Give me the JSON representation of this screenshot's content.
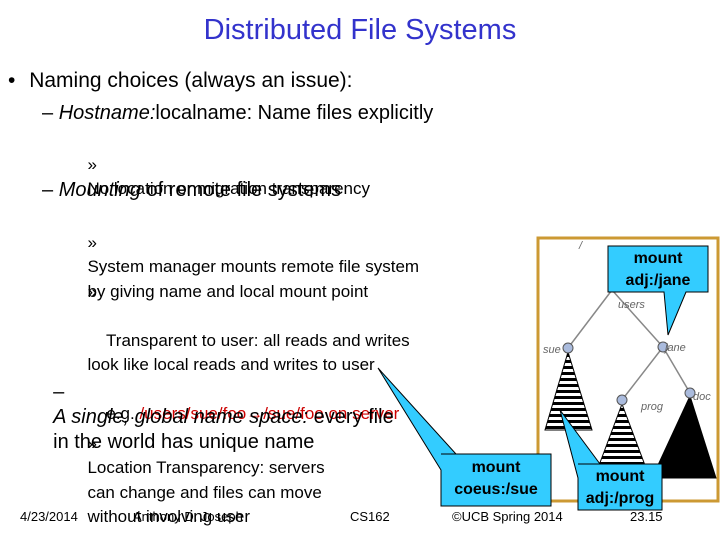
{
  "title": "Distributed File Systems",
  "bullet": {
    "marker": "•",
    "text": "Naming choices (always an issue):"
  },
  "hostname": {
    "dash": "–",
    "italic": "Hostname:",
    "rest": "localname: Name files explicitly"
  },
  "hostname_sub": {
    "marker": "»",
    "text": "No location or migration transparency"
  },
  "mounting": {
    "dash": "–",
    "italic": "Mounting",
    "rest": " of remote file systems"
  },
  "mounting_sub1": {
    "marker": "»",
    "text": "System manager mounts remote file system\nby giving name and local mount point"
  },
  "mounting_sub2": {
    "marker": "»",
    "text": "Transparent to user: all reads and writes\nlook like local reads and writes to user",
    "eg_prefix": "e.g. ",
    "eg_text": "/users/sue/foo→/sue/foo on server"
  },
  "global": {
    "dash": "–",
    "italic": "A single, global name space:",
    "rest": " every file\nin the world has unique name"
  },
  "global_sub": {
    "marker": "»",
    "text": "Location Transparency: servers\ncan change and files can move\nwithout involving user"
  },
  "diagram": {
    "root_label": "/",
    "users_label": "users",
    "sue_label": "sue",
    "jane_label": "jane",
    "prog_label": "prog",
    "doc_label": "doc",
    "callout_jane": "mount\nadj:/jane",
    "callout_coeus": "mount\ncoeus:/sue",
    "callout_prog": "mount\nadj:/prog",
    "colors": {
      "callout_fill": "#33ccff",
      "frame": "#cc9933"
    }
  },
  "footer": {
    "date": "4/23/2014",
    "author": "Anthony D. Joseph",
    "course": "CS162",
    "copyright": "©UCB Spring 2014",
    "page": "23.15"
  }
}
